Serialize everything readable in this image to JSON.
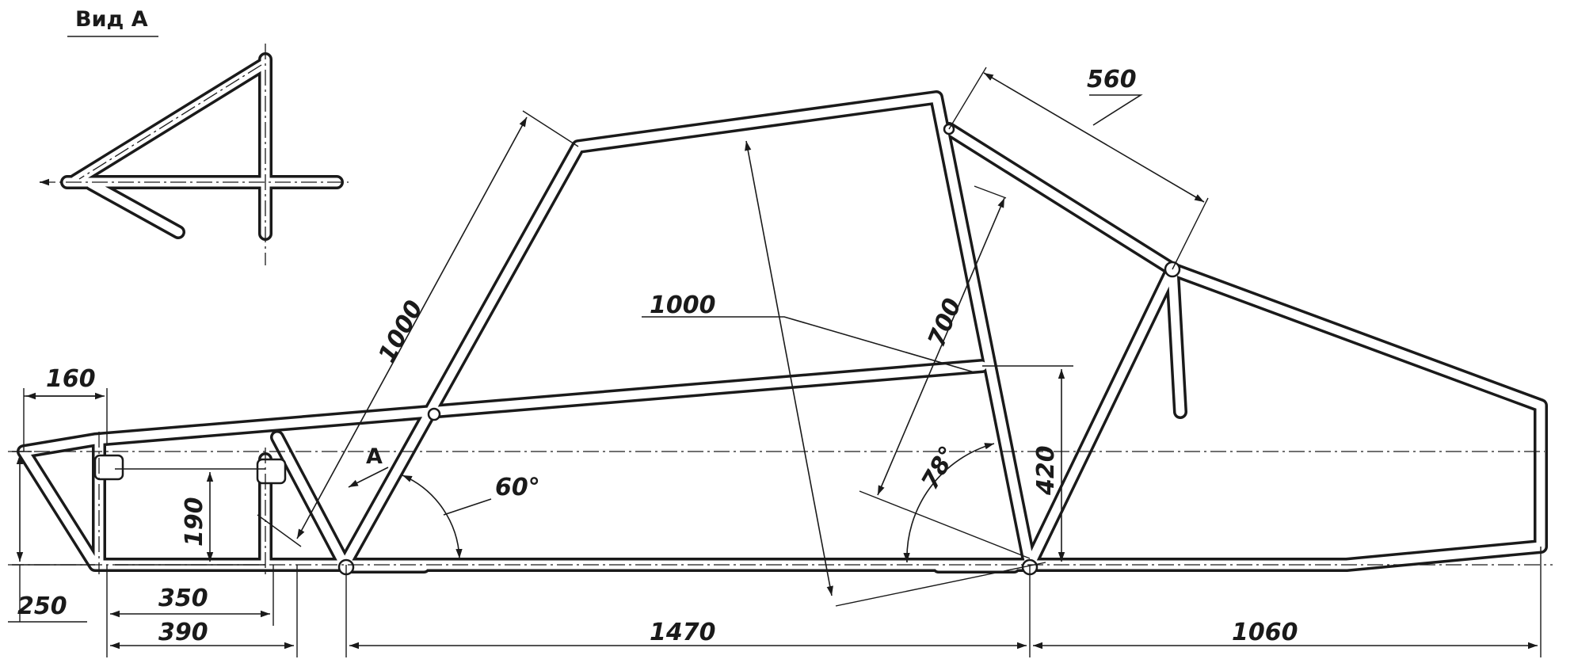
{
  "view_title": "Вид А",
  "view_marker": "А",
  "dimensions": {
    "top_bar": "160",
    "left_height": "250",
    "inner_height": "190",
    "span_350": "350",
    "span_390": "390",
    "span_1470": "1470",
    "span_1060": "1060",
    "front_strut": "1000",
    "cabin_height": "1000",
    "rear_strut": "700",
    "rear_top": "560",
    "rear_height": "420"
  },
  "angles": {
    "front": "60°",
    "rear": "78°"
  }
}
